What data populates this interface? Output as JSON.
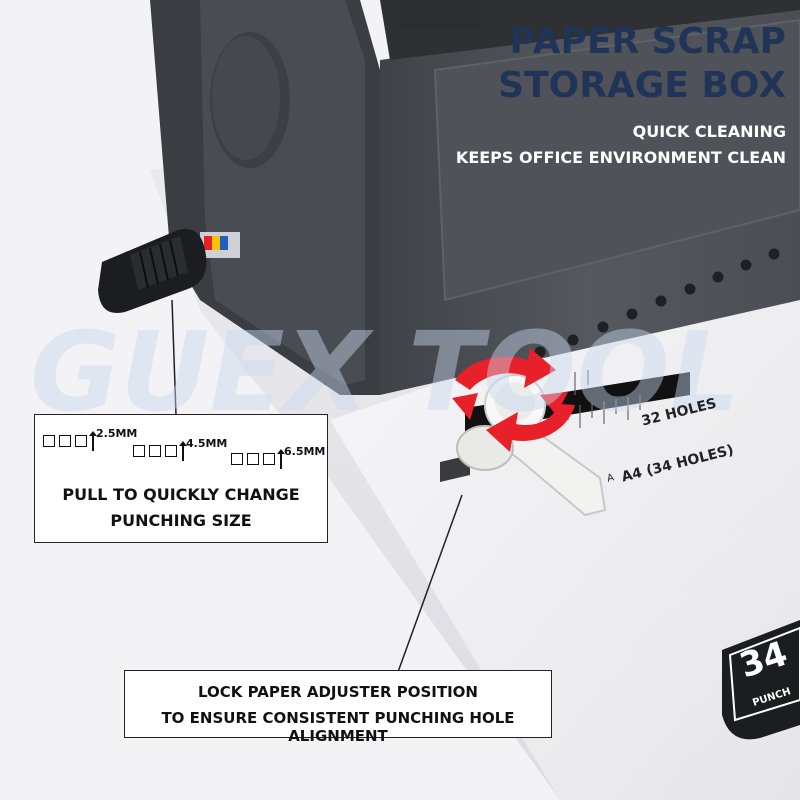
{
  "header": {
    "title_line1": "PAPER SCRAP",
    "title_line2": "STORAGE BOX",
    "sub_line1": "QUICK CLEANING",
    "sub_line2": "KEEPS OFFICE ENVIRONMENT CLEAN"
  },
  "size_callout": {
    "sizes": [
      "2.5MM",
      "4.5MM",
      "6.5MM"
    ],
    "line1": "PULL TO QUICKLY CHANGE",
    "line2": "PUNCHING SIZE"
  },
  "lock_callout": {
    "line1": "LOCK PAPER ADJUSTER POSITION",
    "line2": "TO ENSURE CONSISTENT PUNCHING HOLE ALIGNMENT"
  },
  "scale": {
    "label_32": "32 HOLES",
    "label_a4": "A4 (34 HOLES)",
    "mark_a": "A"
  },
  "badge": {
    "number": "34",
    "text": "PUNCH"
  },
  "watermark": "GUEX TOOL",
  "colors": {
    "title": "#1f3457",
    "machine_dark": "#4a4d52",
    "machine_body": "#f0f0f2",
    "arrow_red": "#e8202a"
  }
}
